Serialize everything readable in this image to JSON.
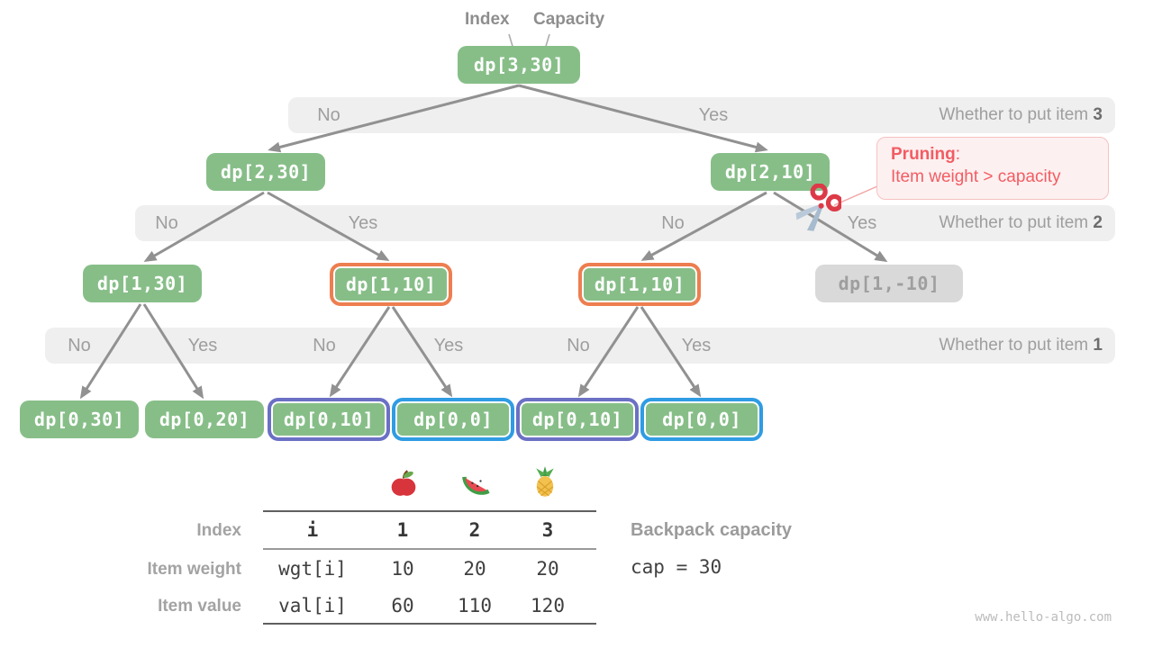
{
  "header": {
    "index_label": "Index",
    "capacity_label": "Capacity"
  },
  "nodes": {
    "root": "dp[3,30]",
    "level1": [
      "dp[2,30]",
      "dp[2,10]"
    ],
    "level2": [
      "dp[1,30]",
      "dp[1,10]",
      "dp[1,10]",
      "dp[1,-10]"
    ],
    "level3": [
      "dp[0,30]",
      "dp[0,20]",
      "dp[0,10]",
      "dp[0,0]",
      "dp[0,10]",
      "dp[0,0]"
    ]
  },
  "bands": [
    {
      "labels": [
        "No",
        "Yes"
      ],
      "question": "Whether to put item",
      "item": "3"
    },
    {
      "labels": [
        "No",
        "Yes",
        "No",
        "Yes"
      ],
      "question": "Whether to put item",
      "item": "2"
    },
    {
      "labels": [
        "No",
        "Yes",
        "No",
        "Yes",
        "No",
        "Yes"
      ],
      "question": "Whether to put item",
      "item": "1"
    }
  ],
  "pruning": {
    "title": "Pruning",
    "colon": ":",
    "detail": "Item weight > capacity"
  },
  "table": {
    "icons": [
      "apple",
      "watermelon",
      "pineapple"
    ],
    "rows": [
      {
        "label": "Index",
        "key": "i",
        "values": [
          "1",
          "2",
          "3"
        ]
      },
      {
        "label": "Item weight",
        "key": "wgt[i]",
        "values": [
          "10",
          "20",
          "20"
        ]
      },
      {
        "label": "Item value",
        "key": "val[i]",
        "values": [
          "60",
          "110",
          "120"
        ]
      }
    ]
  },
  "capacity_info": {
    "label": "Backpack capacity",
    "value": "cap = 30"
  },
  "watermark": "www.hello-algo.com",
  "colors": {
    "node_green": "#87be88",
    "node_text": "#ffffff",
    "gray_node_bg": "#d9d9d9",
    "gray_node_text": "#9e9e9e",
    "band_bg": "#efefef",
    "band_text": "#9e9e9e",
    "arrow": "#919191",
    "orange_border": "#ee7e50",
    "purple_border": "#6b70c5",
    "blue_border": "#2f9ce4",
    "pruning_red": "#f25c63",
    "pruning_bg": "#fdf0f0",
    "pruning_border": "#f7c2c2"
  }
}
